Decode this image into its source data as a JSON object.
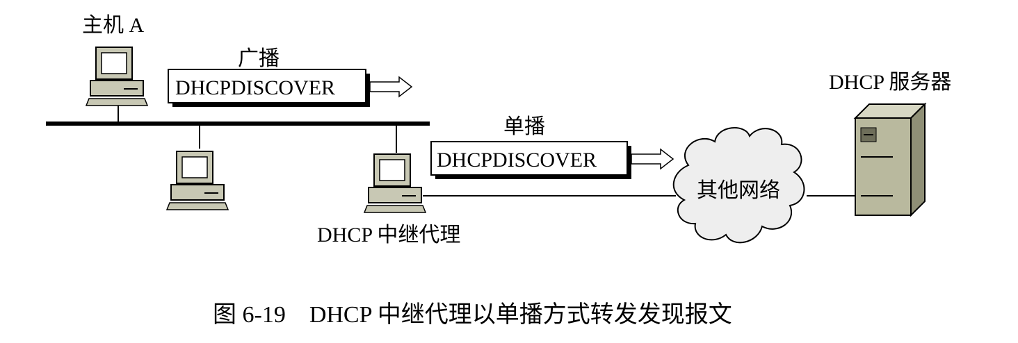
{
  "host_a_label": "主机 A",
  "broadcast_label": "广播",
  "broadcast_message": "DHCPDISCOVER",
  "unicast_label": "单播",
  "unicast_message": "DHCPDISCOVER",
  "relay_label": "DHCP 中继代理",
  "server_label": "DHCP 服务器",
  "cloud_label": "其他网络",
  "caption": "图 6-19　DHCP 中继代理以单播方式转发发现报文",
  "colors": {
    "pc_body": "#c8c8b4",
    "pc_screen": "#ffffff",
    "server_body": "#b9b99e",
    "cloud_fill": "#eeeeee",
    "line": "#000000"
  }
}
